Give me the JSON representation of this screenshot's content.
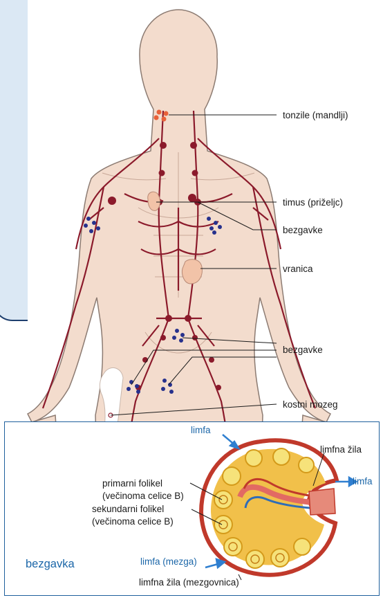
{
  "colors": {
    "skin": "#f3dccd",
    "skin_outline": "#8c7b72",
    "vessel": "#8b1a2b",
    "node_blue": "#27318c",
    "tonsil": "#e8613a",
    "organ": "#f2c3a8",
    "accent_blue": "#1b66a8",
    "panel_bg": "#dbe8f4",
    "panel_border": "#1e3f6e"
  },
  "labels": {
    "tonsils": "tonzile (mandlji)",
    "thymus": "timus (priželjc)",
    "nodes_upper": "bezgavke",
    "spleen": "vranica",
    "nodes_lower": "bezgavke",
    "marrow": "kostni mozeg"
  },
  "inset": {
    "title": "bezgavka",
    "lymph_in": "limfa",
    "lymph_out": "limfa",
    "vessel_out": "limfna žila",
    "primary_follicle_1": "primarni folikel",
    "primary_follicle_2": "(večinoma celice B)",
    "secondary_follicle_1": "sekundarni folikel",
    "secondary_follicle_2": "(večinoma celice B)",
    "lymph_mezga": "limfa (mezga)",
    "vessel_mezgovnica": "limfna žila (mezgovnica)"
  }
}
